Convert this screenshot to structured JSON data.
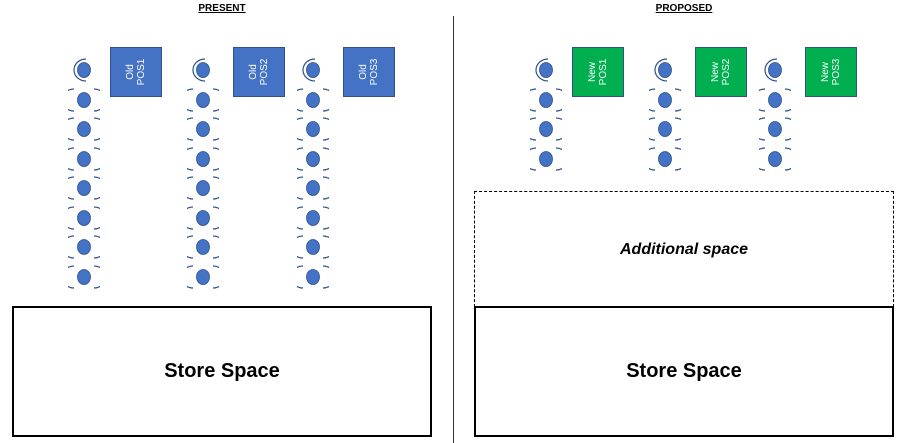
{
  "headings": {
    "present": "PRESENT",
    "proposed": "PROPOSED"
  },
  "present": {
    "terminals": [
      {
        "label": "Old\nPOS1"
      },
      {
        "label": "Old\nPOS2"
      },
      {
        "label": "Old\nPOS3"
      }
    ],
    "queue_lengths": [
      8,
      8,
      8
    ],
    "store_label": "Store Space"
  },
  "proposed": {
    "terminals": [
      {
        "label": "New\nPOS1"
      },
      {
        "label": "New\nPOS2"
      },
      {
        "label": "New\nPOS3"
      }
    ],
    "queue_lengths": [
      4,
      4,
      4
    ],
    "additional_label": "Additional space",
    "store_label": "Store Space"
  },
  "icons": {
    "person": "person-top-view-icon"
  },
  "colors": {
    "old_pos": "#4472c4",
    "new_pos": "#00b050",
    "person_fill": "#4472c4",
    "person_stroke": "#2f528f"
  }
}
